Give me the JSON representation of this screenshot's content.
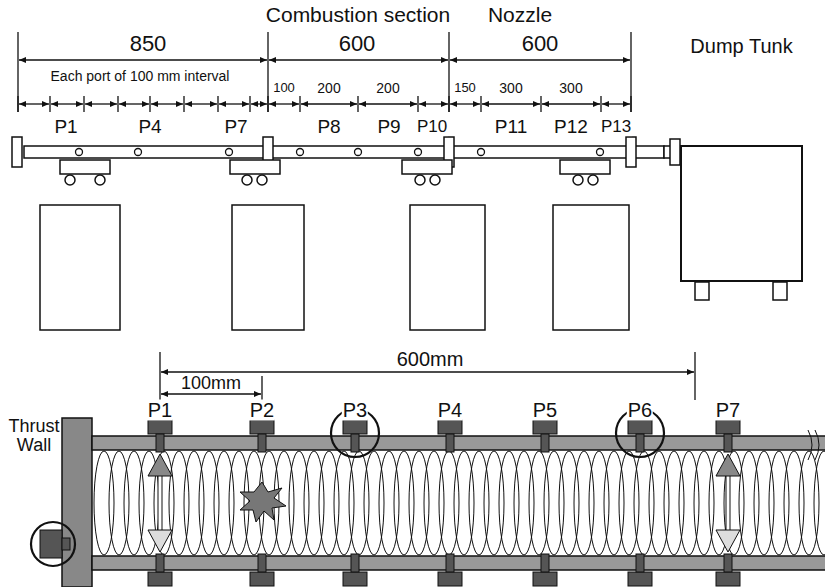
{
  "diagram": {
    "nodes": [
      {
        "text": [
          "Dump Tunk"
        ]
      }
    ],
    "labels": [
      "Combustion section",
      "850",
      "600",
      "Nozzle",
      "600",
      "Each port of 100 mm interval",
      "100",
      "200",
      "200",
      "150",
      "300",
      "300",
      "P1",
      "P4",
      "P7",
      "P8",
      "P9",
      "P10",
      "P11",
      "P12",
      "P13",
      "Thrust Wall",
      "600mm",
      "100mm",
      "P1",
      "P2",
      "P3",
      "P4",
      "P5",
      "P6",
      "P7"
    ]
  }
}
